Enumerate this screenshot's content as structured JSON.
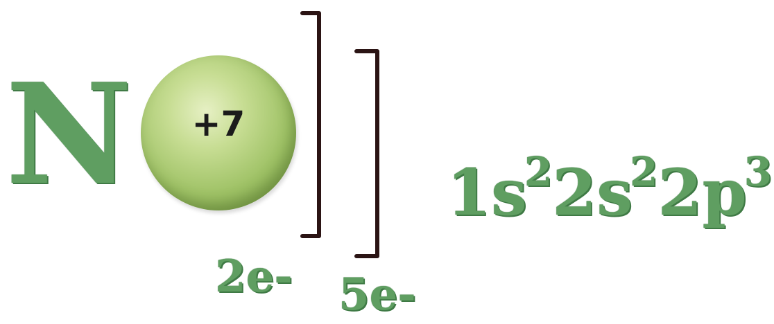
{
  "element": {
    "symbol": "N",
    "nucleus_charge": "+7"
  },
  "shells": [
    {
      "label": "2e-"
    },
    {
      "label": "5e-"
    }
  ],
  "configuration": {
    "terms": [
      {
        "base": "1s",
        "exp": "2"
      },
      {
        "base": "2s",
        "exp": "2"
      },
      {
        "base": "2p",
        "exp": "3"
      }
    ]
  },
  "colors": {
    "text_green": "#5f9e61",
    "bracket": "#2b1414",
    "charge_text": "#1b1b1b"
  }
}
